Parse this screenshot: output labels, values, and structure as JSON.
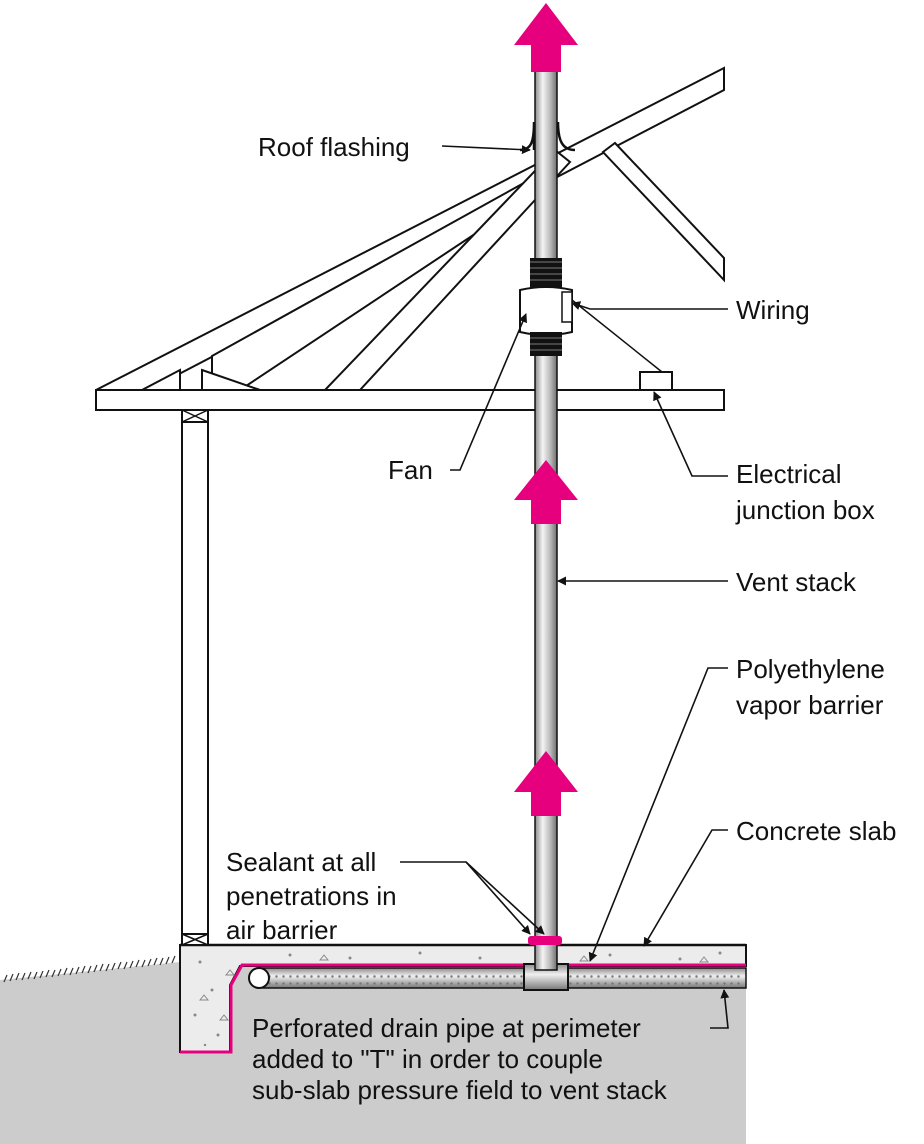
{
  "labels": {
    "roof_flashing": "Roof flashing",
    "wiring": "Wiring",
    "fan": "Fan",
    "junction_box_line1": "Electrical",
    "junction_box_line2": "junction box",
    "vent_stack": "Vent stack",
    "vapor_barrier_line1": "Polyethylene",
    "vapor_barrier_line2": "vapor barrier",
    "concrete_slab": "Concrete slab",
    "sealant_line1": "Sealant at all",
    "sealant_line2": "penetrations in",
    "sealant_line3": "air barrier",
    "drain_line1": "Perforated drain pipe at perimeter",
    "drain_line2": "added to \"T\" in order to couple",
    "drain_line3": "sub-slab pressure field to vent stack"
  },
  "colors": {
    "airflow_arrow": "#e6007e",
    "barrier": "#e6007e",
    "ground": "#cccccc",
    "slab": "#ececec",
    "outline": "#111111"
  },
  "icons": {
    "airflow": "up-arrow-icon",
    "leader_tip": "arrowhead-icon"
  }
}
